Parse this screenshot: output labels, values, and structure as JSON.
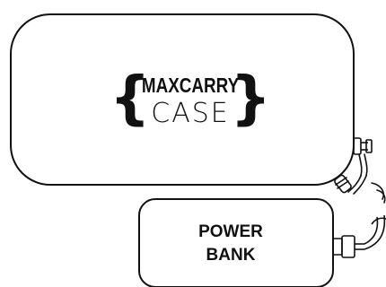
{
  "case": {
    "brand_top": "MAXCARRY",
    "brand_bottom": "CASE"
  },
  "power_bank": {
    "line1": "POWER",
    "line2": "BANK"
  }
}
